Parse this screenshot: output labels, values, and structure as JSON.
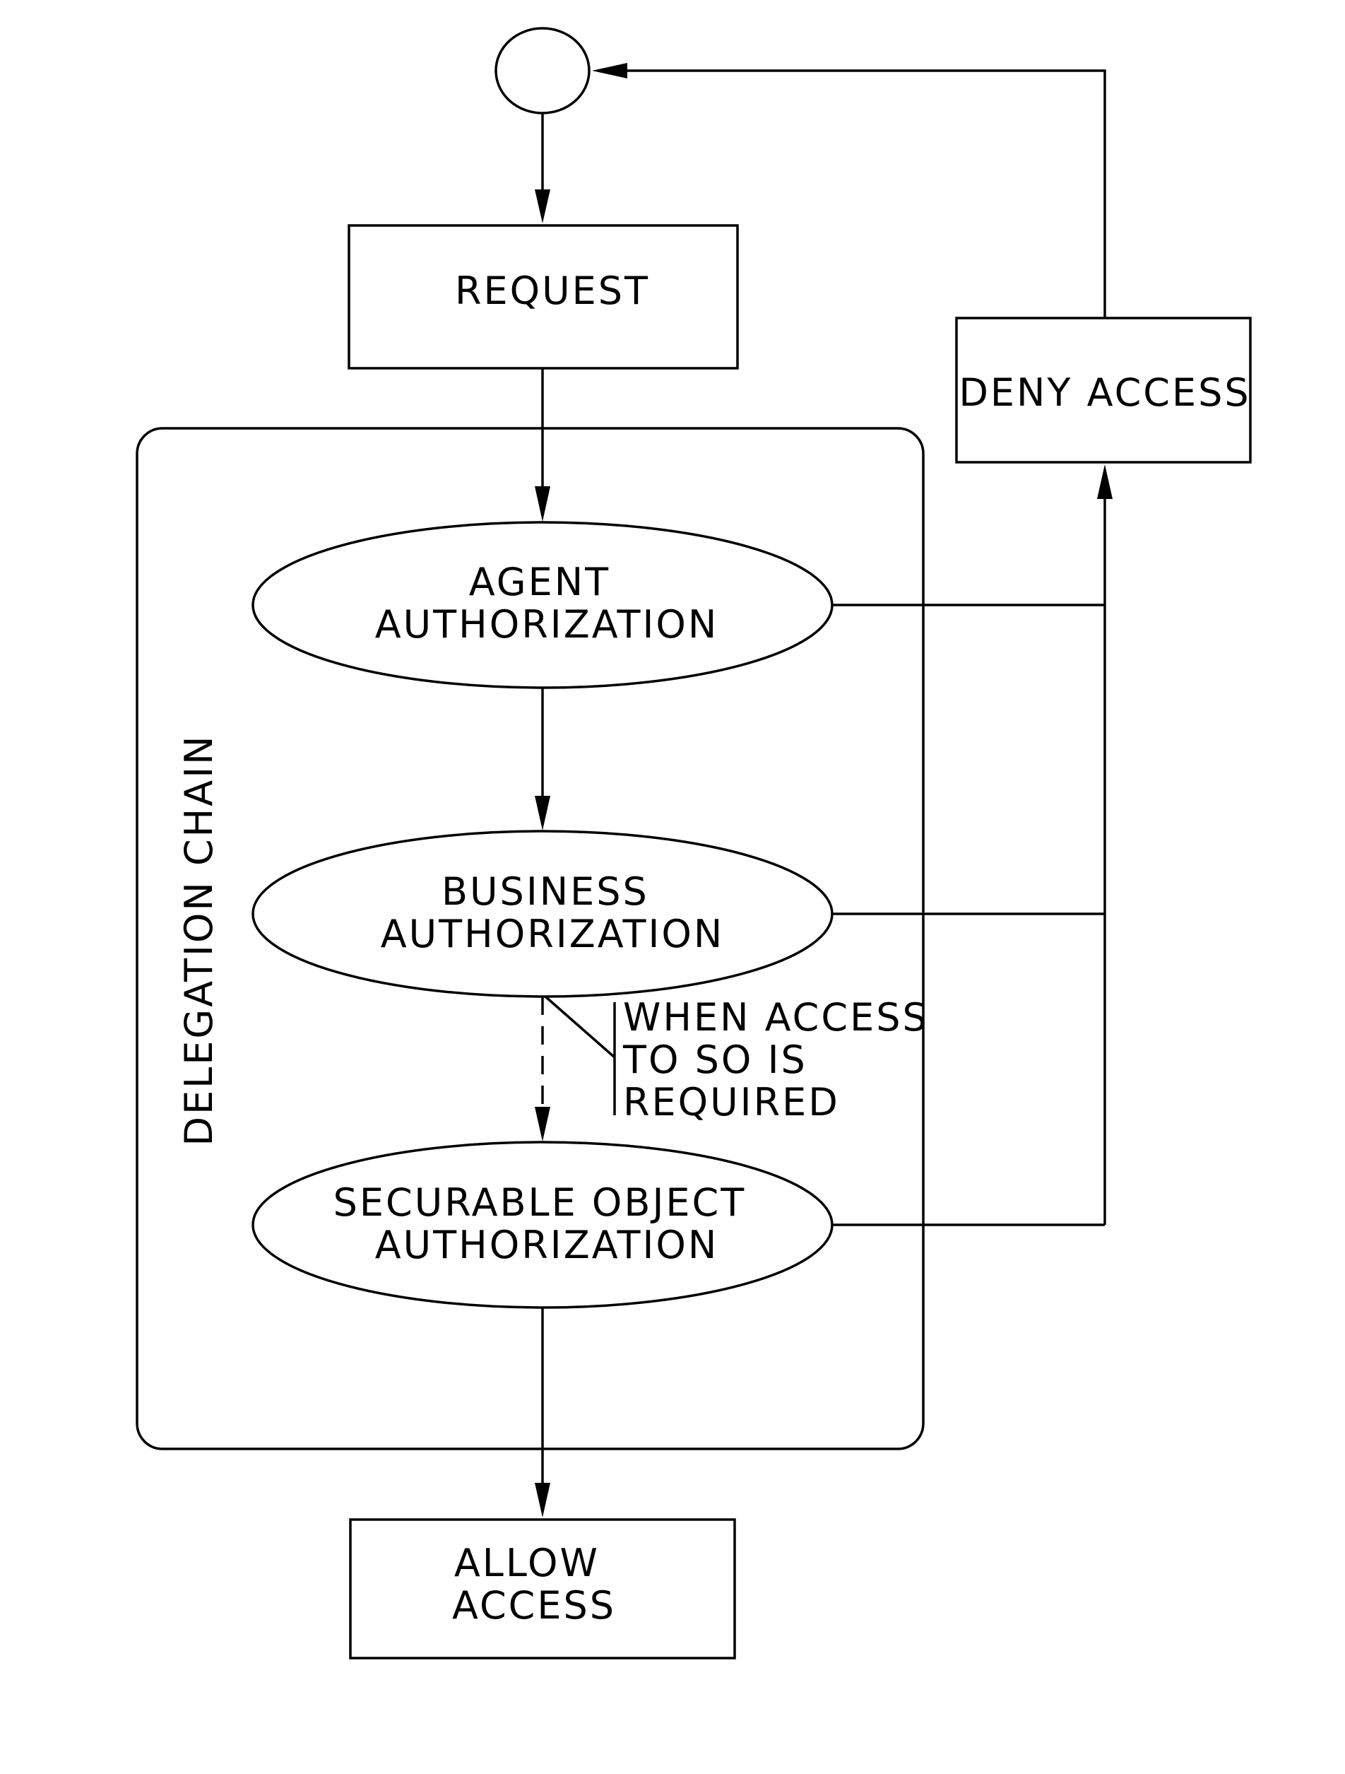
{
  "nodes": {
    "request": "REQUEST",
    "deny_access": "DENY ACCESS",
    "agent_authorization": [
      "AGENT",
      "AUTHORIZATION"
    ],
    "business_authorization": [
      "BUSINESS",
      "AUTHORIZATION"
    ],
    "securable_object_authorization": [
      "SECURABLE OBJECT",
      "AUTHORIZATION"
    ],
    "allow_access": [
      "ALLOW",
      "ACCESS"
    ]
  },
  "group_label": "DELEGATION CHAIN",
  "annotation": [
    "WHEN ACCESS",
    "TO SO IS",
    "REQUIRED"
  ],
  "edges": [
    {
      "from": "start",
      "to": "request"
    },
    {
      "from": "request",
      "to": "agent_authorization"
    },
    {
      "from": "agent_authorization",
      "to": "business_authorization"
    },
    {
      "from": "business_authorization",
      "to": "securable_object_authorization",
      "style": "dashed"
    },
    {
      "from": "securable_object_authorization",
      "to": "allow_access"
    },
    {
      "from": "agent_authorization",
      "to": "deny_access"
    },
    {
      "from": "business_authorization",
      "to": "deny_access"
    },
    {
      "from": "securable_object_authorization",
      "to": "deny_access"
    },
    {
      "from": "deny_access",
      "to": "start"
    }
  ]
}
